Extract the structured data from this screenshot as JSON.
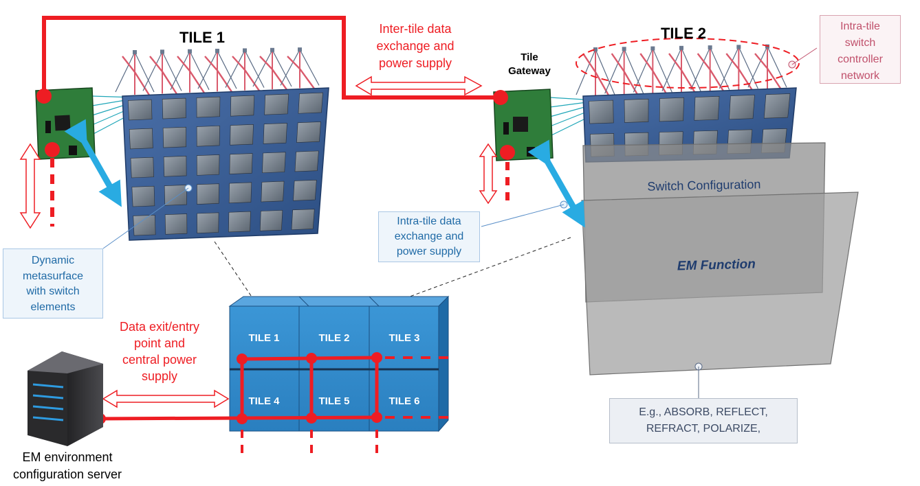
{
  "labels": {
    "tile1_title": "TILE 1",
    "tile2_title": "TILE 2",
    "gateway_line1": "Tile",
    "gateway_line2": "Gateway",
    "inter_tile_line1": "Inter-tile data",
    "inter_tile_line2": "exchange and",
    "inter_tile_line3": "power supply",
    "intra_switch_line1": "Intra-tile",
    "intra_switch_line2": "switch",
    "intra_switch_line3": "controller",
    "intra_switch_line4": "network",
    "intra_data_line1": "Intra-tile data",
    "intra_data_line2": "exchange and",
    "intra_data_line3": "power supply",
    "metasurface_line1": "Dynamic",
    "metasurface_line2": "metasurface",
    "metasurface_line3": "with switch",
    "metasurface_line4": "elements",
    "exit_line1": "Data exit/entry",
    "exit_line2": "point and",
    "exit_line3": "central power",
    "exit_line4": "supply",
    "server_line1": "EM environment",
    "server_line2": "configuration server",
    "switch_config": "Switch Configuration",
    "em_function": "EM Function",
    "functions_line1": "E.g., ABSORB, REFLECT,",
    "functions_line2": "REFRACT, POLARIZE,",
    "grid_tiles": [
      "TILE 1",
      "TILE 2",
      "TILE 3",
      "TILE 4",
      "TILE 5",
      "TILE 6"
    ]
  },
  "colors": {
    "red": "#ee1d23",
    "blue_arrow": "#29abe2",
    "tile_blue": "#2e86c8",
    "panel_blue": "#3a5f95",
    "callout_blue_text": "#1f6aa6",
    "callout_pink_text": "#c0506b",
    "callout_gray_text": "#3c4a64"
  }
}
